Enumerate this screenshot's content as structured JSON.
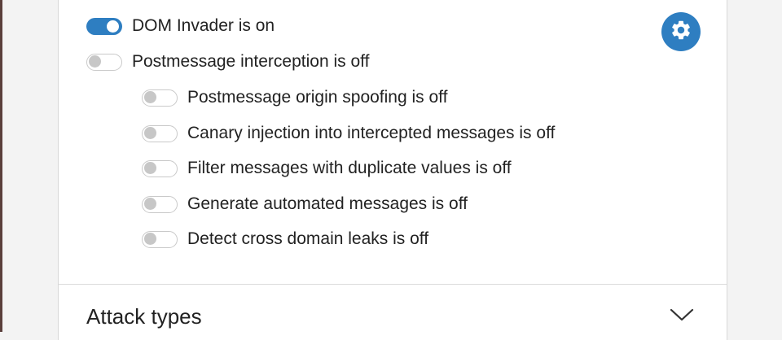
{
  "settings": {
    "dom_invader": {
      "label": "DOM Invader is on",
      "state": "on"
    },
    "postmessage_interception": {
      "label": "Postmessage interception is off",
      "state": "off"
    },
    "sub_options": [
      {
        "label": "Postmessage origin spoofing is off",
        "state": "off"
      },
      {
        "label": "Canary injection into intercepted messages is off",
        "state": "off"
      },
      {
        "label": "Filter messages with duplicate values is off",
        "state": "off"
      },
      {
        "label": "Generate automated messages is off",
        "state": "off"
      },
      {
        "label": "Detect cross domain leaks is off",
        "state": "off"
      }
    ]
  },
  "header": {
    "settings_icon": "gear-icon"
  },
  "sections": {
    "attack_types": {
      "label": "Attack types",
      "icon": "chevron-down-icon"
    }
  },
  "colors": {
    "accent": "#2e7ec1",
    "toggle_off_knob": "#c7c7c7"
  }
}
